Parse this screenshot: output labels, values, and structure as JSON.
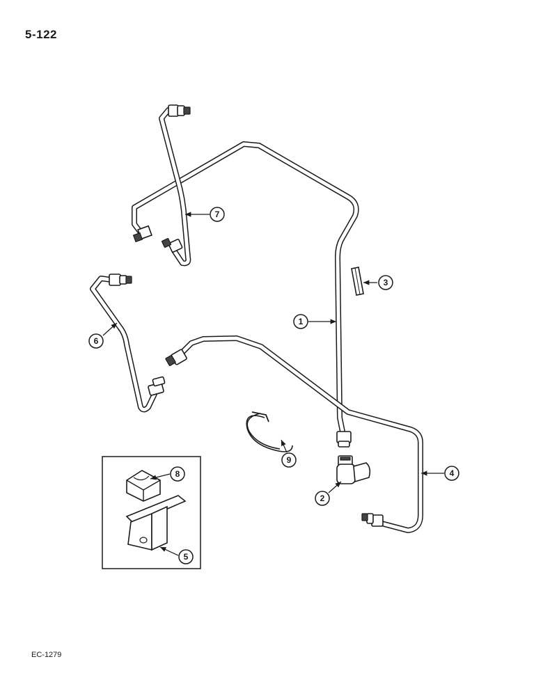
{
  "page": {
    "number": "5-122",
    "figure_code": "EC-1279"
  },
  "callouts": {
    "c1": "1",
    "c2": "2",
    "c3": "3",
    "c4": "4",
    "c5": "5",
    "c6": "6",
    "c7": "7",
    "c8": "8",
    "c9": "9"
  }
}
